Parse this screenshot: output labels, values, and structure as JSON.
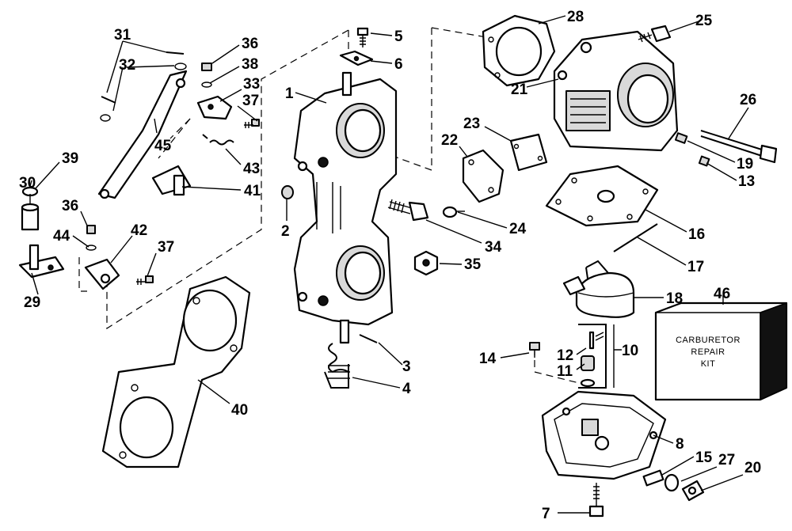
{
  "kit_label_lines": [
    "CARBURETOR",
    "REPAIR",
    "KIT"
  ],
  "callouts": [
    {
      "id": "1",
      "text": "1"
    },
    {
      "id": "2",
      "text": "2"
    },
    {
      "id": "3",
      "text": "3"
    },
    {
      "id": "4",
      "text": "4"
    },
    {
      "id": "5",
      "text": "5"
    },
    {
      "id": "6",
      "text": "6"
    },
    {
      "id": "7",
      "text": "7"
    },
    {
      "id": "8",
      "text": "8"
    },
    {
      "id": "10",
      "text": "10"
    },
    {
      "id": "11",
      "text": "11"
    },
    {
      "id": "12",
      "text": "12"
    },
    {
      "id": "13",
      "text": "13"
    },
    {
      "id": "14",
      "text": "14"
    },
    {
      "id": "15",
      "text": "15"
    },
    {
      "id": "16",
      "text": "16"
    },
    {
      "id": "17",
      "text": "17"
    },
    {
      "id": "18",
      "text": "18"
    },
    {
      "id": "19",
      "text": "19"
    },
    {
      "id": "20",
      "text": "20"
    },
    {
      "id": "21",
      "text": "21"
    },
    {
      "id": "22",
      "text": "22"
    },
    {
      "id": "23",
      "text": "23"
    },
    {
      "id": "24",
      "text": "24"
    },
    {
      "id": "25",
      "text": "25"
    },
    {
      "id": "26",
      "text": "26"
    },
    {
      "id": "27",
      "text": "27"
    },
    {
      "id": "28",
      "text": "28"
    },
    {
      "id": "29",
      "text": "29"
    },
    {
      "id": "30",
      "text": "30"
    },
    {
      "id": "31",
      "text": "31"
    },
    {
      "id": "32",
      "text": "32"
    },
    {
      "id": "33",
      "text": "33"
    },
    {
      "id": "34",
      "text": "34"
    },
    {
      "id": "35",
      "text": "35"
    },
    {
      "id": "36a",
      "text": "36"
    },
    {
      "id": "36b",
      "text": "36"
    },
    {
      "id": "37a",
      "text": "37"
    },
    {
      "id": "37b",
      "text": "37"
    },
    {
      "id": "38",
      "text": "38"
    },
    {
      "id": "39",
      "text": "39"
    },
    {
      "id": "40",
      "text": "40"
    },
    {
      "id": "41",
      "text": "41"
    },
    {
      "id": "42",
      "text": "42"
    },
    {
      "id": "43",
      "text": "43"
    },
    {
      "id": "44",
      "text": "44"
    },
    {
      "id": "45",
      "text": "45"
    },
    {
      "id": "46",
      "text": "46"
    }
  ]
}
